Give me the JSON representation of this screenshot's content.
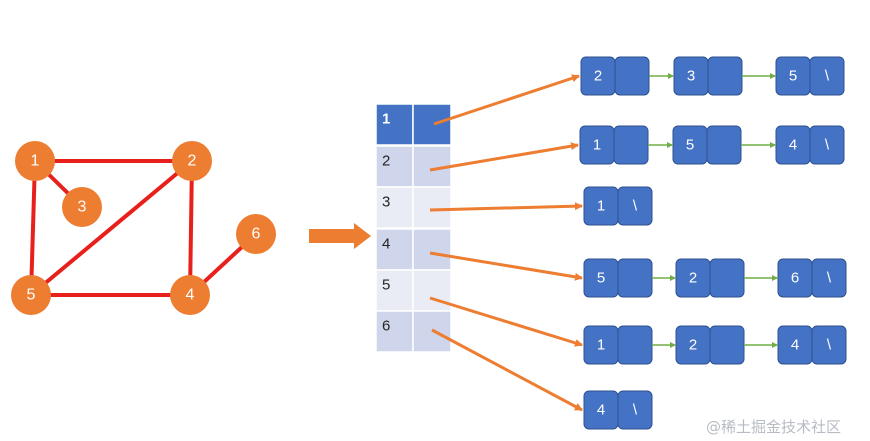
{
  "graph": {
    "nodes": [
      {
        "id": "1",
        "label": "1"
      },
      {
        "id": "2",
        "label": "2"
      },
      {
        "id": "3",
        "label": "3"
      },
      {
        "id": "4",
        "label": "4"
      },
      {
        "id": "5",
        "label": "5"
      },
      {
        "id": "6",
        "label": "6"
      }
    ],
    "edges": [
      [
        "1",
        "2"
      ],
      [
        "1",
        "3"
      ],
      [
        "1",
        "5"
      ],
      [
        "2",
        "5"
      ],
      [
        "2",
        "4"
      ],
      [
        "5",
        "4"
      ],
      [
        "4",
        "6"
      ]
    ],
    "node_color": "#ed7d31",
    "edge_color": "#e8201c"
  },
  "table": {
    "header_color": "#4472c4",
    "rows": [
      {
        "index": "1"
      },
      {
        "index": "2"
      },
      {
        "index": "3"
      },
      {
        "index": "4"
      },
      {
        "index": "5"
      },
      {
        "index": "6"
      }
    ]
  },
  "adjacency_lists": [
    {
      "row": "1",
      "cells": [
        "2",
        "3",
        "5"
      ],
      "terminator": "\\"
    },
    {
      "row": "2",
      "cells": [
        "1",
        "5",
        "4"
      ],
      "terminator": "\\"
    },
    {
      "row": "3",
      "cells": [
        "1"
      ],
      "terminator": "\\"
    },
    {
      "row": "4",
      "cells": [
        "5",
        "2",
        "6"
      ],
      "terminator": "\\"
    },
    {
      "row": "5",
      "cells": [
        "1",
        "2",
        "4"
      ],
      "terminator": "\\"
    },
    {
      "row": "6",
      "cells": [
        "4"
      ],
      "terminator": "\\"
    }
  ],
  "colors": {
    "list_node": "#4472c4",
    "list_node_border": "#2f528f",
    "pointer_arrow": "#ed7d31",
    "link_arrow": "#70ad47",
    "big_arrow": "#ed7d31"
  },
  "watermark": "@稀土掘金技术社区"
}
